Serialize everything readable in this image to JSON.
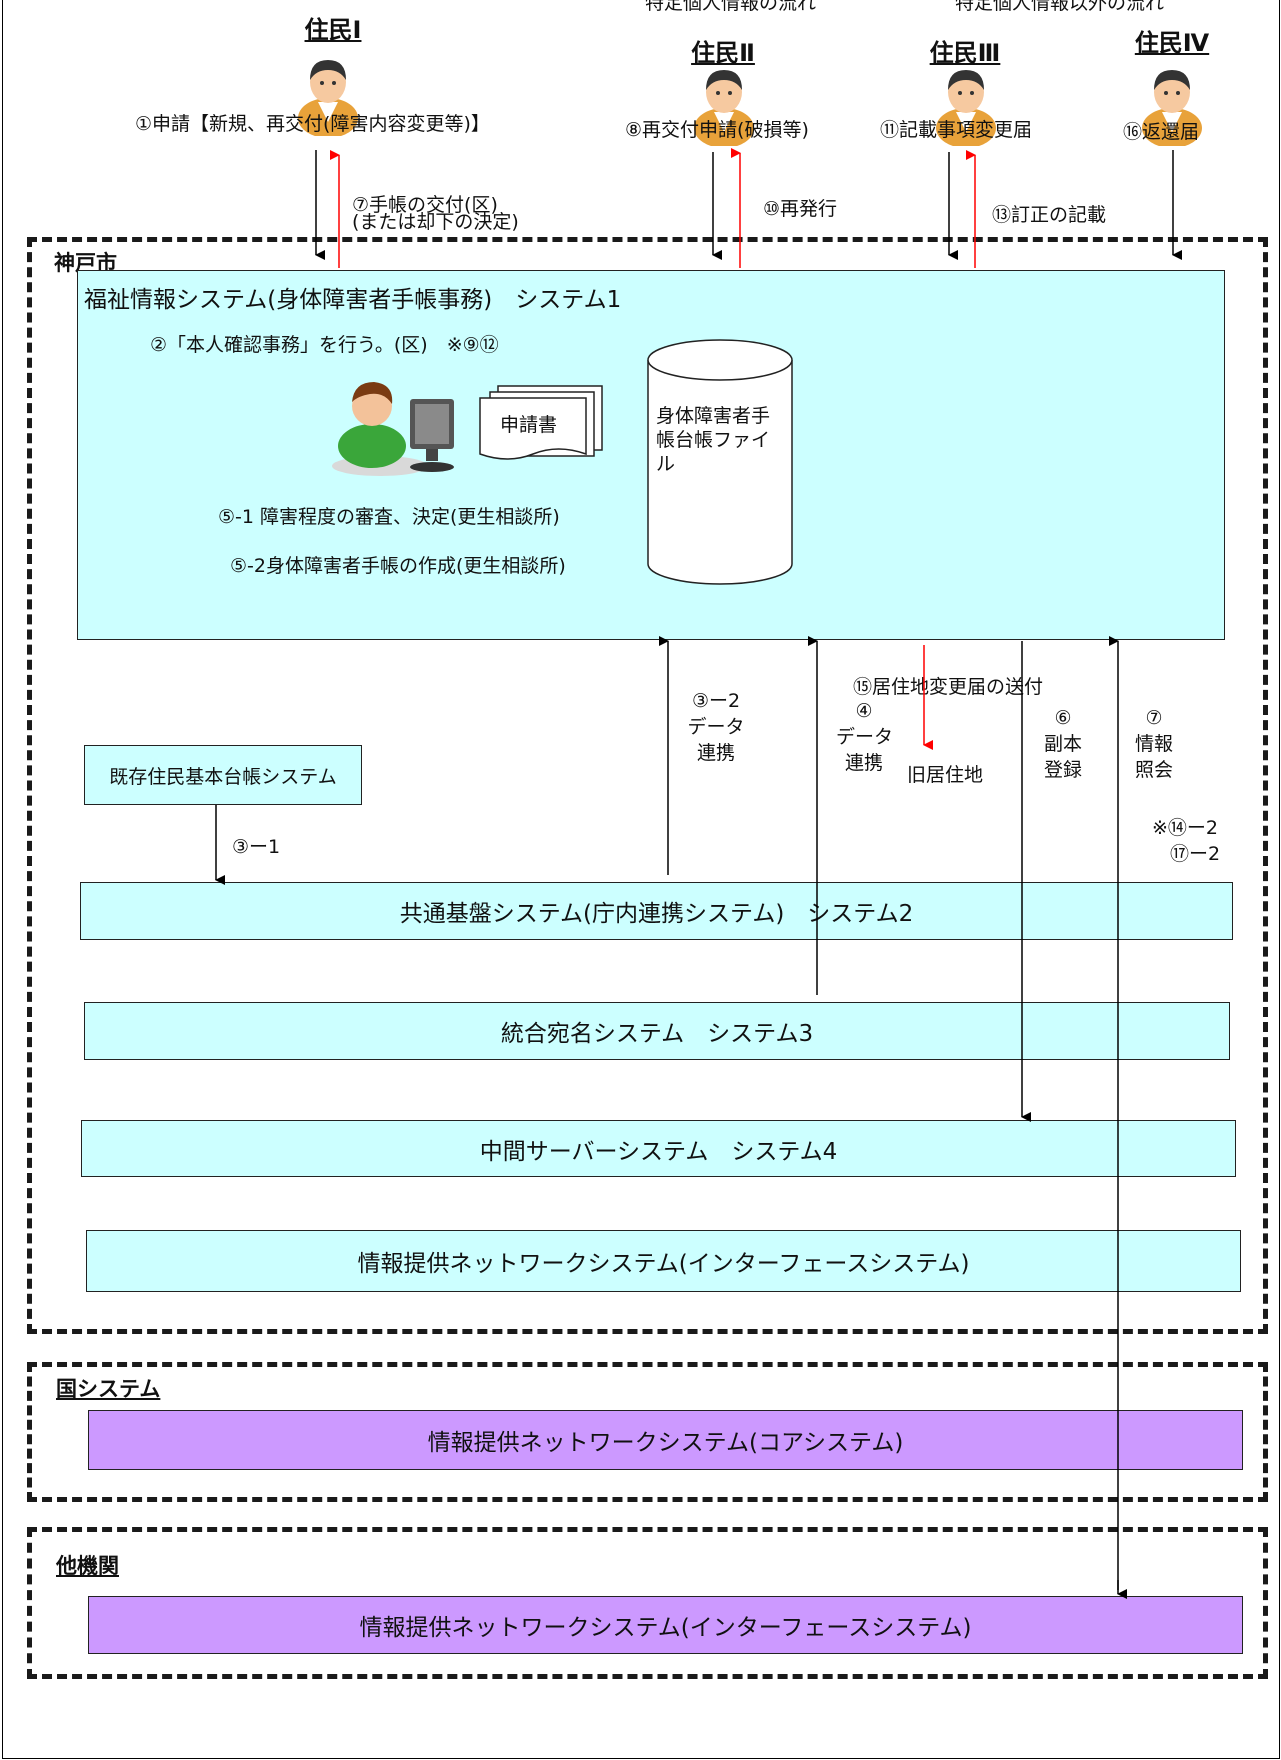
{
  "top_captions": [
    "特定個人情報の流れ",
    "特定個人情報以外の流れ"
  ],
  "residents": {
    "r1": "住民Ⅰ",
    "r2": "住民Ⅱ",
    "r3": "住民Ⅲ",
    "r4": "住民Ⅳ"
  },
  "labels": {
    "apply": "①申請【新規、再交付(障害内容変更等)】",
    "deliver_line1": "⑦手帳の交付(区)",
    "deliver_line2": "(または却下の決定)",
    "reissue_apply": "⑧再交付申請(破損等)",
    "reissue": "⑩再発行",
    "change_notice": "⑪記載事項変更届",
    "correction": "⑬訂正の記載",
    "return_notice": "⑯返還届"
  },
  "kobe": {
    "title": "神戸市",
    "system1": {
      "title": "福祉情報システム(身体障害者手帳事務)　システム1",
      "identity": "②「本人確認事務」を行う。(区)　※⑨⑫",
      "document": "申請書",
      "db": "身体障害者手帳台帳ファイル",
      "step5_1": "⑤-1 障害程度の審査、決定(更生相談所)",
      "step5_2": "⑤-2身体障害者手帳の作成(更生相談所)"
    },
    "existing": "既存住民基本台帳システム",
    "link_3_1": "③ー1",
    "link_3_2": [
      "③ー2",
      "データ",
      "連携"
    ],
    "link_4": [
      "④",
      "データ",
      "連携"
    ],
    "link_15": "⑮居住地変更届の送付",
    "old_address": "旧居住地",
    "link_6": [
      "⑥",
      "副本",
      "登録"
    ],
    "link_7": [
      "⑦",
      "情報",
      "照会"
    ],
    "note_14": "※⑭ー2",
    "note_17": "⑰ー2",
    "system2": "共通基盤システム(庁内連携システム)　システム2",
    "system3": "統合宛名システム　システム3",
    "system4": "中間サーバーシステム　システム4",
    "interface": "情報提供ネットワークシステム(インターフェースシステム)"
  },
  "national": {
    "title": "国システム",
    "core": "情報提供ネットワークシステム(コアシステム)"
  },
  "other": {
    "title": "他機関",
    "interface": "情報提供ネットワークシステム(インターフェースシステム)"
  },
  "colors": {
    "system_box": "#ccffff",
    "purple_box": "#cc99ff",
    "flow_red": "#ff0000",
    "flow_black": "#000000"
  },
  "icons": [
    "person-icon",
    "operator-icon",
    "computer-icon",
    "document-icon",
    "database-icon"
  ]
}
